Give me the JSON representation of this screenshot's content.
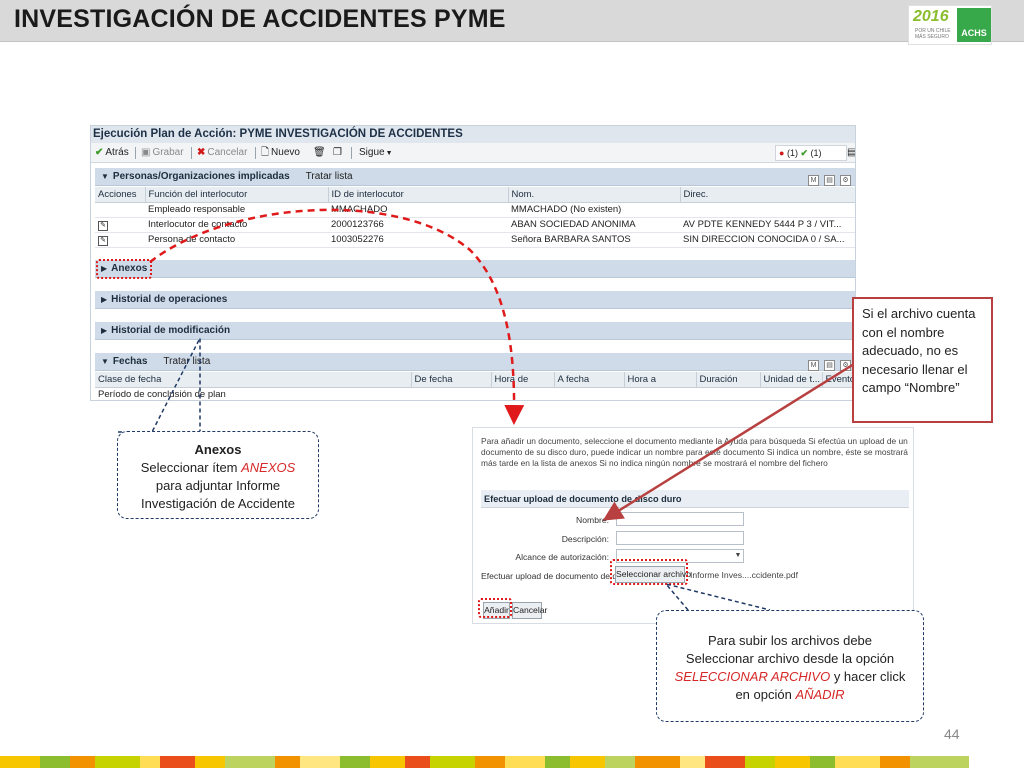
{
  "slide": {
    "title": "INVESTIGACIÓN DE ACCIDENTES PYME",
    "page_number": "44",
    "logo": {
      "year": "2016",
      "tagline": "POR UN CHILE MÁS SEGURO",
      "brand": "ACHS"
    }
  },
  "sap": {
    "title": "Ejecución Plan de Acción: PYME INVESTIGACIÓN DE ACCIDENTES",
    "toolbar": {
      "back": "Atrás",
      "save": "Grabar",
      "cancel": "Cancelar",
      "new": "Nuevo",
      "next": "Sigue"
    },
    "status": {
      "errors": "(1)",
      "ok": "(1)"
    },
    "personas": {
      "title": "Personas/Organizaciones implicadas",
      "action": "Tratar lista",
      "columns": [
        "Acciones",
        "Función del interlocutor",
        "ID de interlocutor",
        "Nom.",
        "Direc."
      ],
      "rows": [
        {
          "funcion": "Empleado responsable",
          "id": "MMACHADO",
          "nombre": "MMACHADO (No existen)",
          "direc": ""
        },
        {
          "funcion": "Interlocutor de contacto",
          "id": "2000123766",
          "nombre": "ABAN SOCIEDAD ANONIMA",
          "direc": "AV PDTE KENNEDY 5444 P 3 / VIT..."
        },
        {
          "funcion": "Persona de contacto",
          "id": "1003052276",
          "nombre": "Señora BARBARA SANTOS",
          "direc": "SIN DIRECCION CONOCIDA 0 / SA..."
        }
      ]
    },
    "anexos": {
      "title": "Anexos"
    },
    "historial_op": {
      "title": "Historial de operaciones"
    },
    "historial_mod": {
      "title": "Historial de modificación"
    },
    "fechas": {
      "title": "Fechas",
      "action": "Tratar lista",
      "columns": [
        "Clase de fecha",
        "De fecha",
        "Hora de",
        "A fecha",
        "Hora a",
        "Duración",
        "Unidad de t...",
        "Evento"
      ],
      "rows": [
        {
          "clase": "Período de conclusión de plan"
        }
      ]
    }
  },
  "upload": {
    "intro": "Para añadir un documento, seleccione el documento mediante la Ayuda para búsqueda Si efectúa un upload de un documento de su disco duro, puede indicar un nombre para este documento Si indica un nombre, éste se mostrará más tarde en la lista de anexos Si no indica ningún nombre se mostrará el nombre del fichero",
    "section": "Efectuar upload de documento de disco duro",
    "labels": {
      "nombre": "Nombre:",
      "descripcion": "Descripción:",
      "alcance": "Alcance de autorización:",
      "upload": "Efectuar upload de documento de dis..."
    },
    "select_button": "Seleccionar archivo",
    "file_name": "Informe Inves....ccidente.pdf",
    "add_button": "Añadir",
    "cancel_button": "Cancelar"
  },
  "callouts": {
    "anexos": {
      "title": "Anexos",
      "line1_pre": "Seleccionar ítem ",
      "line1_em": "ANEXOS",
      "line2": "para adjuntar  Informe",
      "line3": "Investigación de Accidente"
    },
    "archivo": {
      "line1": "Para subir los archivos debe",
      "line2": "Seleccionar archivo  desde la opción",
      "line3_em": "SELECCIONAR ARCHIVO",
      "line3_post": " y  hacer click",
      "line4_pre": "en opción ",
      "line4_em": "AÑADIR"
    },
    "nombre_note": "Si el archivo cuenta con el nombre adecuado, no es necesario llenar el campo “Nombre”"
  },
  "colors": {
    "header_bg": "#d9d9d9",
    "sap_section": "#cfdbe8",
    "highlight_red": "#e01a1a",
    "callout_border": "#1f3864",
    "note_border": "#b84040",
    "link_blue": "#2456a6"
  }
}
